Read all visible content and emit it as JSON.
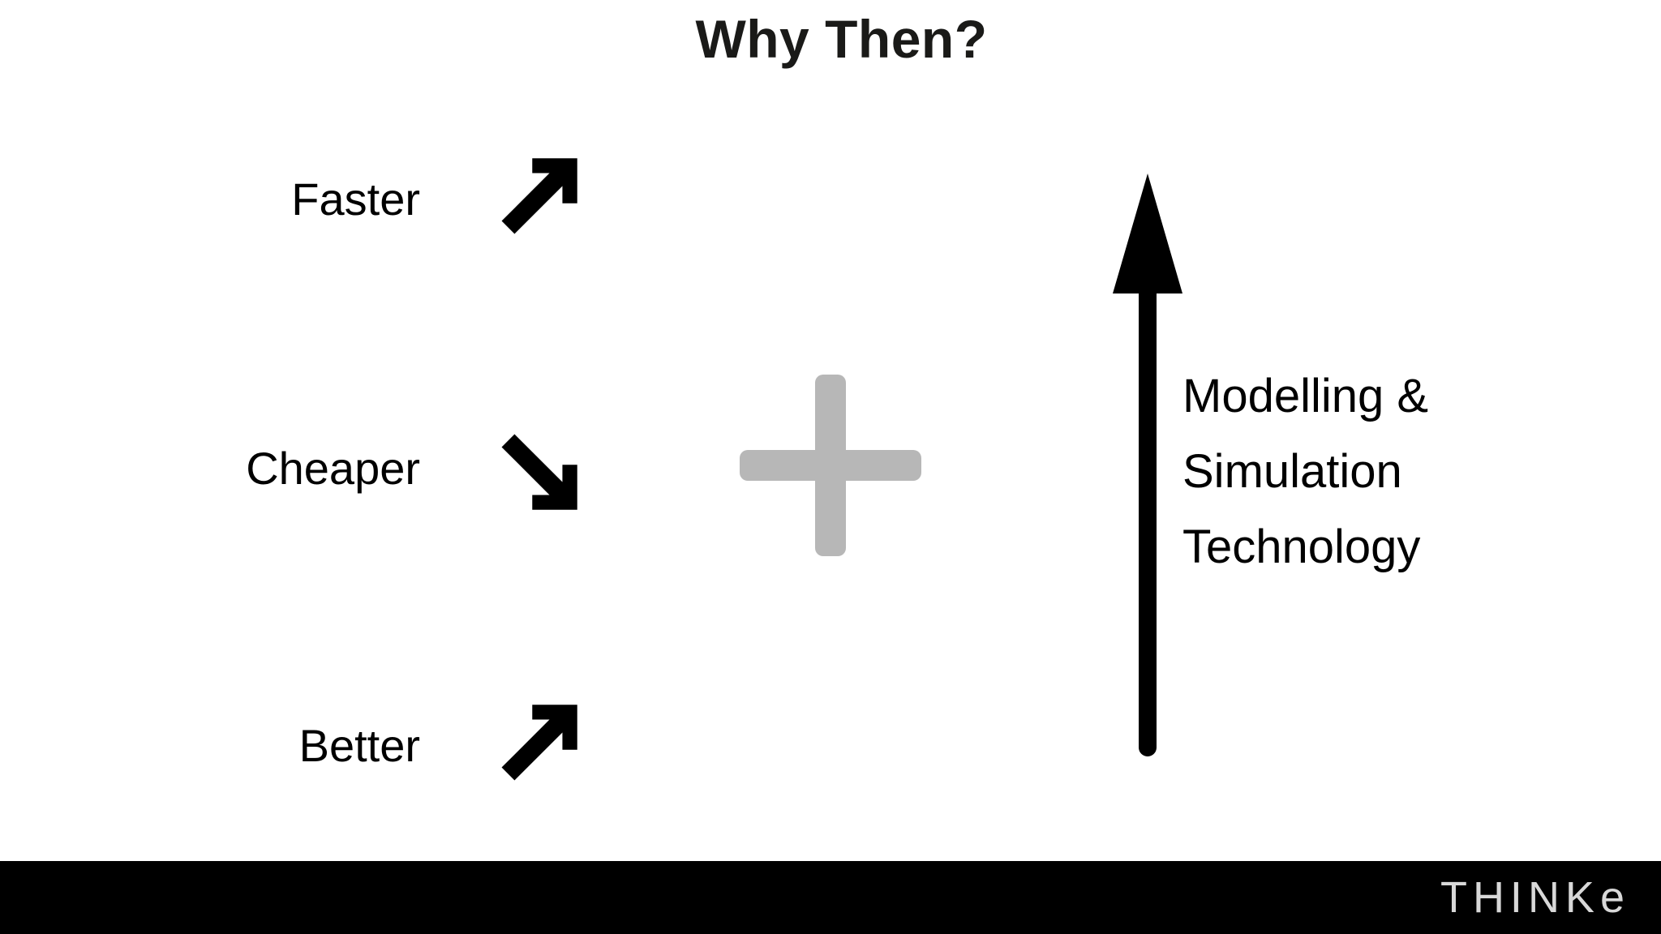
{
  "slide": {
    "title": "Why Then?",
    "background_color": "#ffffff",
    "title_color": "#1a1a18"
  },
  "benefits": [
    {
      "label": "Faster",
      "icon": "arrow-up-right-icon",
      "direction": "up-right"
    },
    {
      "label": "Cheaper",
      "icon": "arrow-down-right-icon",
      "direction": "down-right"
    },
    {
      "label": "Better",
      "icon": "arrow-up-right-icon",
      "direction": "up-right"
    }
  ],
  "connector": {
    "icon": "plus-icon",
    "symbol": "+",
    "color": "#b7b7b7"
  },
  "outcome": {
    "icon": "arrow-up-icon",
    "color": "#000000",
    "caption_lines": [
      "Modelling &",
      "Simulation",
      "Technology"
    ]
  },
  "footer": {
    "background_color": "#000000",
    "logo_text": "THINKe",
    "logo_upper": "THINK",
    "logo_lower": "e",
    "logo_color": "#d8d8d8"
  }
}
